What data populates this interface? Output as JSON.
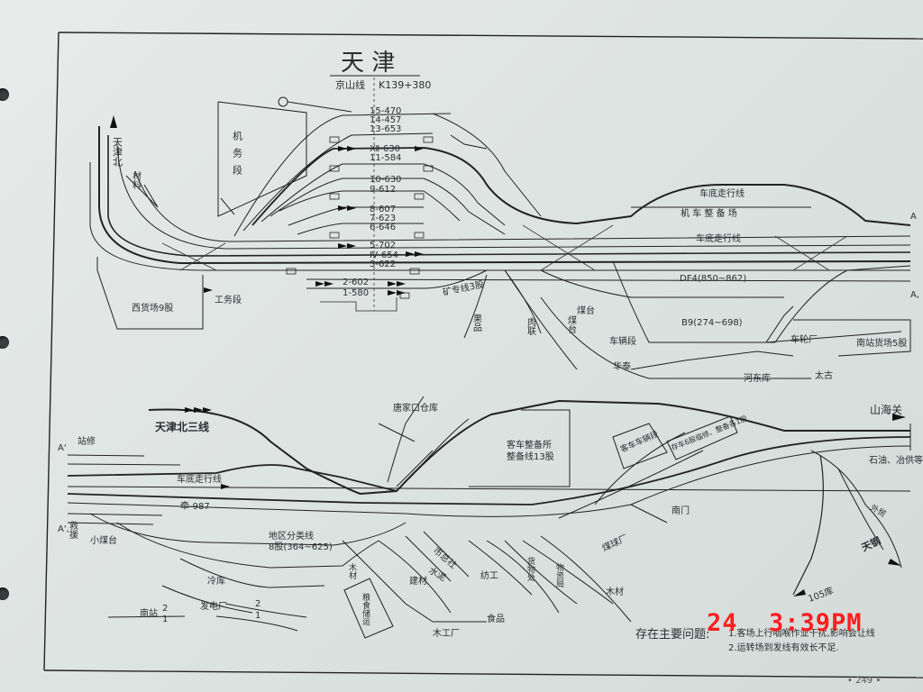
{
  "title": "天 津",
  "line_name": "京山线",
  "km": "K139+380",
  "tracks": [
    "15-470",
    "14-457",
    "13-653",
    "Ⅻ-630",
    "11-584",
    "10-630",
    "9-612",
    "8-607",
    "7-623",
    "6-646",
    "5-702",
    "Ⅳ-654",
    "3-622",
    "2-602",
    "1-580"
  ],
  "upper_labels": {
    "tianjin_north": "天津北",
    "material": "材料",
    "depot": "机务段",
    "west_freight": "西货场9股",
    "works_section": "工务段",
    "chassis_line": "车底走行线",
    "chassis_line2": "车底走行线",
    "rolling_stock": "机  车  整  备  场",
    "df4": "DF4(850~862)",
    "b9": "B9(274~698)",
    "mine_line": "矿专线3股",
    "coal_yard": "煤台",
    "coal_yard2": "煤台",
    "fruit": "果品",
    "meat": "肉联",
    "vehicle_section": "车辆段",
    "huaxia": "华泰",
    "wheel_factory": "车轮厂",
    "south_freight": "南站货场5股",
    "hedong": "河东库",
    "taigu": "太古",
    "A_right_top": "A",
    "A_right_bottom": "A,"
  },
  "lower_labels": {
    "tianjin_north_3": "天津北三线",
    "tangjiakou": "唐家口仓库",
    "shanhaiguan": "山海关",
    "passenger_prep": "客车整备所",
    "passenger_prep2": "整备线13股",
    "passenger_vehicle": "客车车辆段",
    "stock6": "存车6股临修、整备各1股",
    "oil": "石油、冶供等",
    "station_repair": "站修",
    "chassis_line": "车底走行线",
    "qian987": "牵-987",
    "rescue": "救援",
    "small_coal": "小煤台",
    "area_sort": "地区分类线",
    "area_sort2": "8股(364~625)",
    "cold": "冷库",
    "wood": "木材",
    "grain": "粮食储运",
    "city_company": "市总社",
    "cement": "水泥",
    "building": "建材",
    "textile": "纺工",
    "goods_depot": "货物处",
    "materials_bureau": "物资局",
    "coal_factory": "煤球厂",
    "wood2": "木材",
    "foods": "食品",
    "wood_factory": "木工厂",
    "south_gate": "南门",
    "power_plant": "发电厂",
    "south_station": "南站",
    "tianjie": "天钢",
    "outside": "外贸",
    "k105": "105库",
    "A_left_top": "A'",
    "A_left_bottom": "A',",
    "t2": "2",
    "t1": "1",
    "t2b": "2",
    "t1b": "1"
  },
  "problems_title": "存在主要问题:",
  "problem_1": "1.客场上行咽喉作业干扰,影响会让线",
  "problem_2": "2.运转场到发线有效长不足.",
  "camera_stamp": "24  3:39PM",
  "page_number": "• 249 •"
}
